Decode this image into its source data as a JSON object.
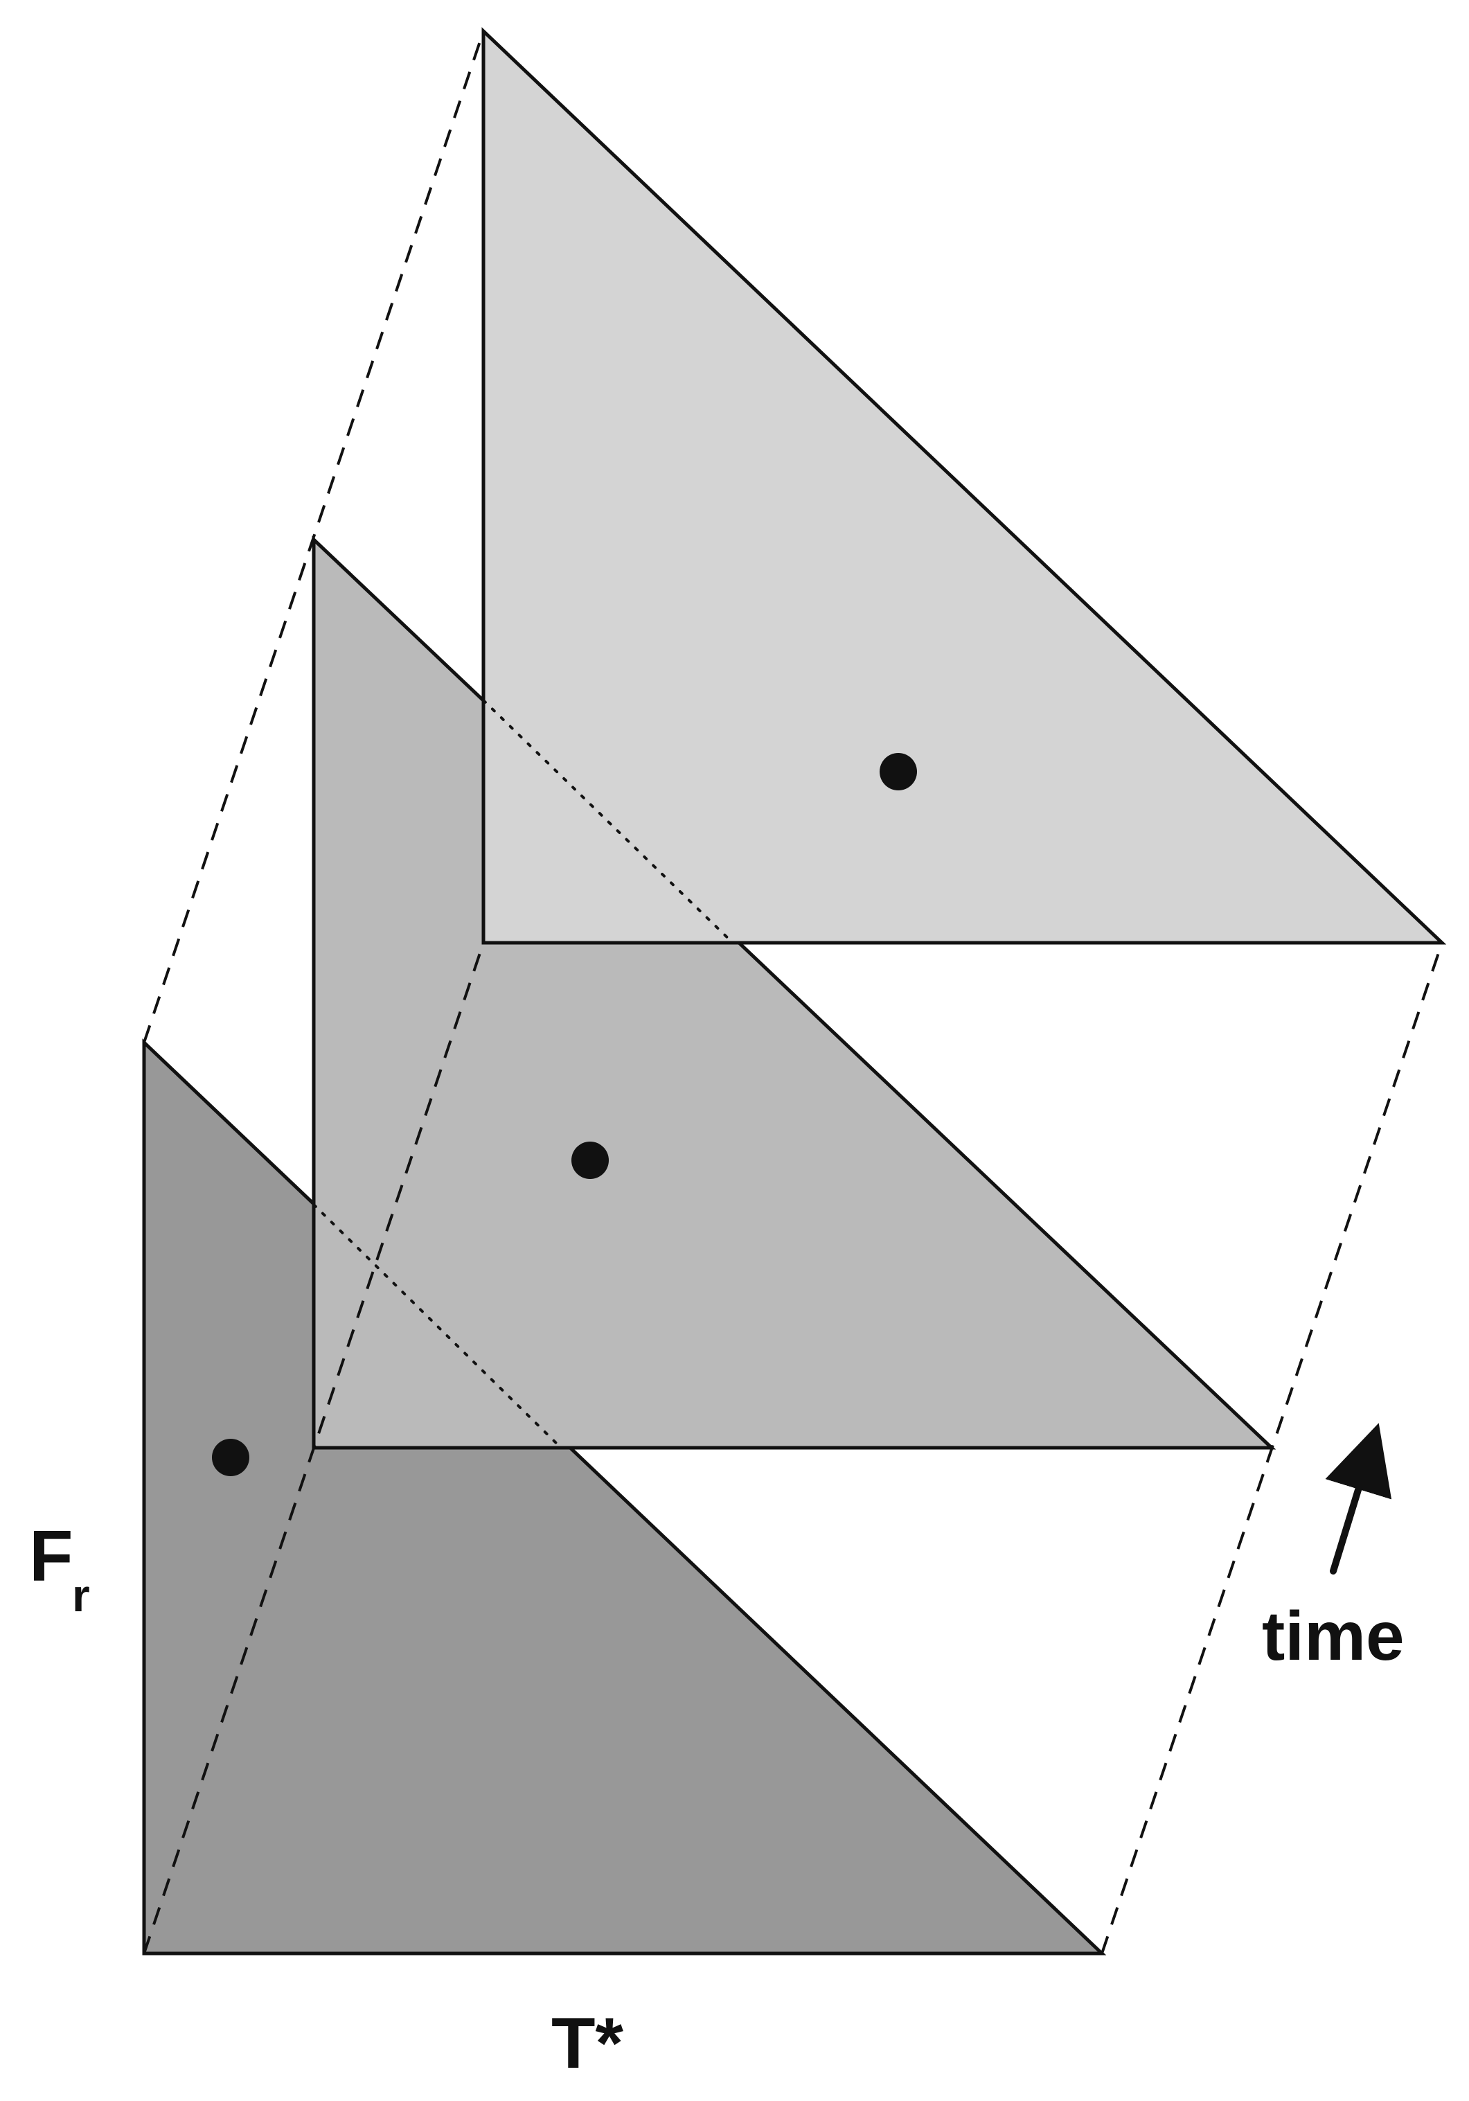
{
  "labels": {
    "y_axis_symbol": "F",
    "y_axis_subscript": "r",
    "x_axis": "T*",
    "direction": "time"
  },
  "colors": {
    "front_triangle_fill": "#989898",
    "middle_triangle_fill": "#bababa",
    "back_triangle_fill": "#d4d4d4",
    "outline": "#111111",
    "marker": "#111111",
    "background": "#ffffff"
  },
  "icons": {
    "direction_arrow": "arrow-up-right-icon"
  }
}
